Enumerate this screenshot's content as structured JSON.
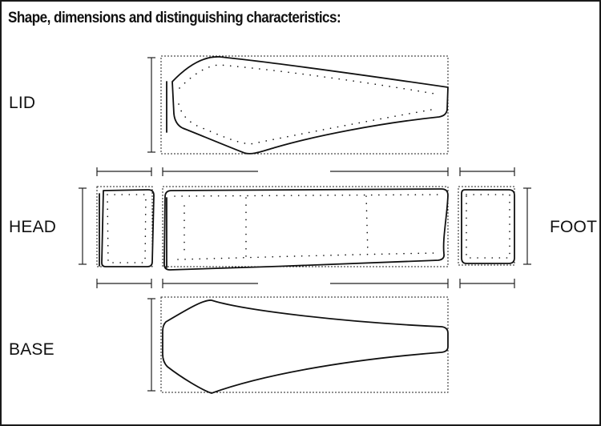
{
  "heading": "Shape, dimensions and distinguishing characteristics:",
  "labels": {
    "lid": "LID",
    "head": "HEAD",
    "foot": "FOOT",
    "base": "BASE"
  },
  "colors": {
    "line": "#111111",
    "background": "#ffffff"
  }
}
